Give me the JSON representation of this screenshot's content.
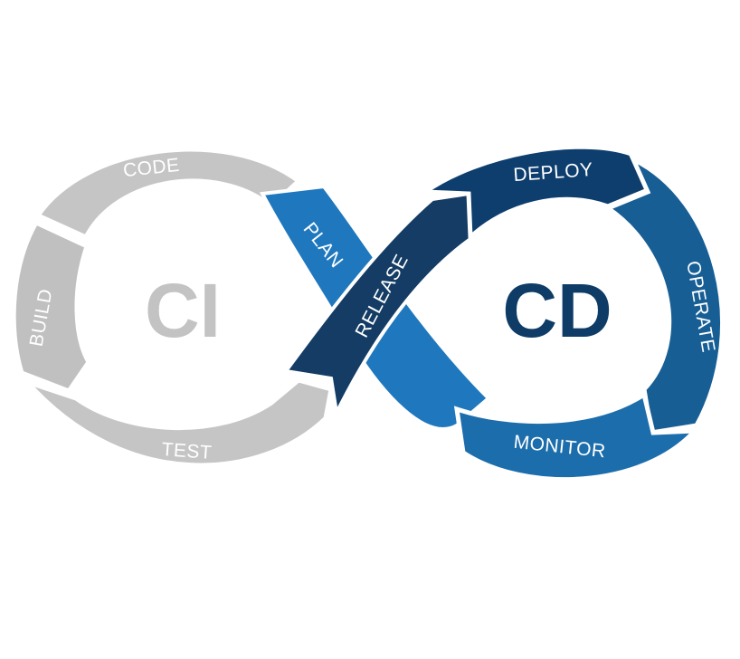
{
  "diagram": {
    "ci_title": "CI",
    "cd_title": "CD",
    "stages": {
      "code": "CODE",
      "build": "BUILD",
      "test": "TEST",
      "plan": "PLAN",
      "release": "RELEASE",
      "deploy": "DEPLOY",
      "operate": "OPERATE",
      "monitor": "MONITOR"
    }
  },
  "colors": {
    "ci_gray": "#c5c5c5",
    "ci_gray_dark": "#b6b6b6",
    "ci_text": "#c3c3c3",
    "plan_blue": "#1f78be",
    "release_navy": "#143c64",
    "deploy_navy": "#0e3e6e",
    "operate_blue": "#175e95",
    "monitor_blue": "#1c6dab",
    "cd_text": "#0f3c66"
  }
}
